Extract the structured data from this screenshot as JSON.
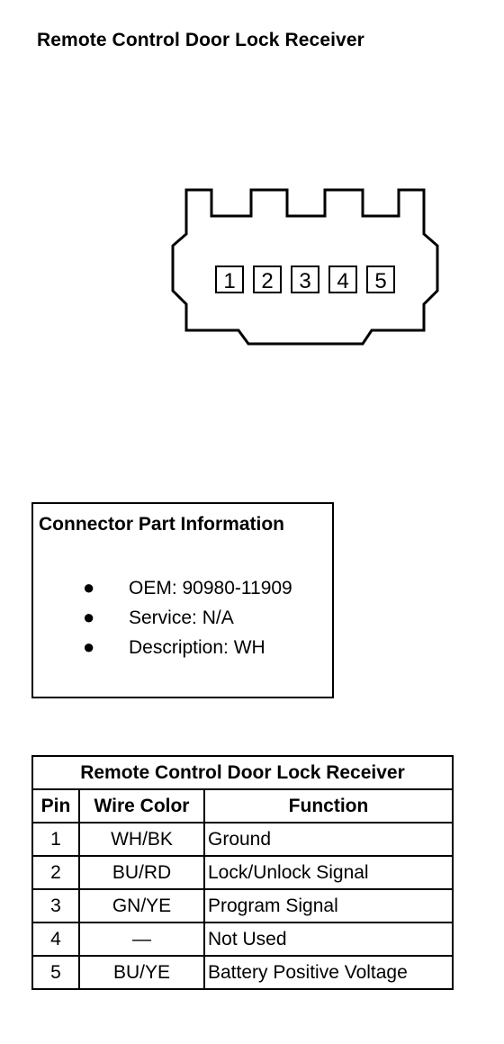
{
  "title": "Remote Control Door Lock Receiver",
  "connector": {
    "pin_labels": [
      "1",
      "2",
      "3",
      "4",
      "5"
    ]
  },
  "part_info": {
    "heading": "Connector Part Information",
    "items": [
      "OEM: 90980-11909",
      "Service: N/A",
      "Description: WH"
    ]
  },
  "pin_table": {
    "caption": "Remote Control Door Lock Receiver",
    "headers": [
      "Pin",
      "Wire Color",
      "Function"
    ],
    "rows": [
      {
        "pin": "1",
        "wire": "WH/BK",
        "function": "Ground"
      },
      {
        "pin": "2",
        "wire": "BU/RD",
        "function": "Lock/Unlock Signal"
      },
      {
        "pin": "3",
        "wire": "GN/YE",
        "function": "Program Signal"
      },
      {
        "pin": "4",
        "wire": "—",
        "function": "Not Used"
      },
      {
        "pin": "5",
        "wire": "BU/YE",
        "function": "Battery Positive Voltage"
      }
    ]
  }
}
